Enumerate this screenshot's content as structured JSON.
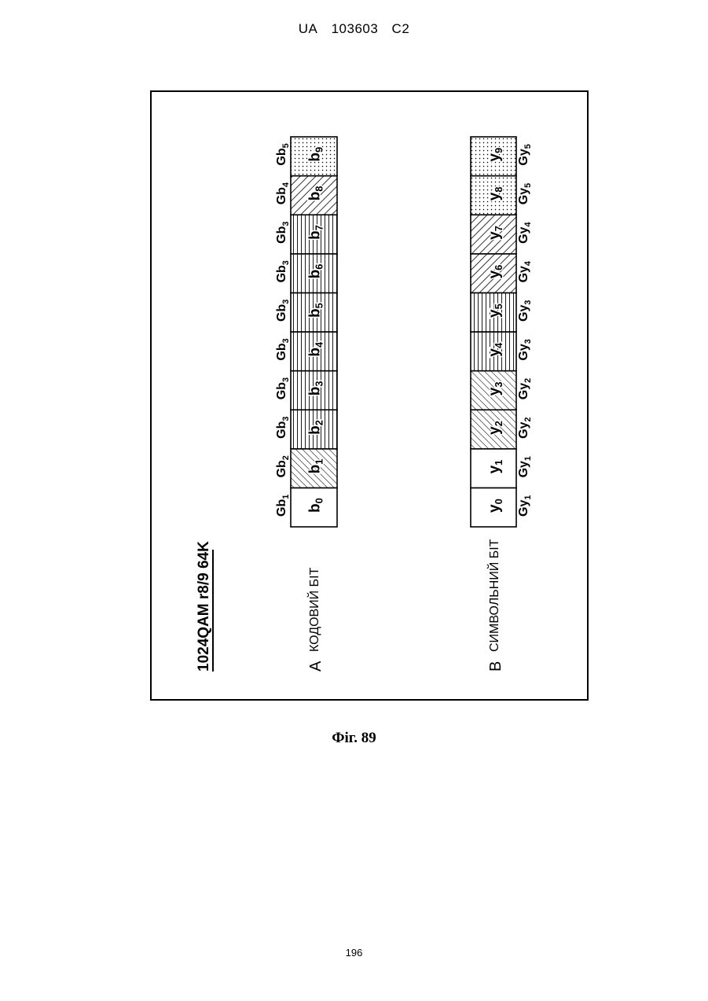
{
  "header": {
    "country": "UA",
    "number": "103603",
    "kind": "C2"
  },
  "figure": {
    "title": "1024QAM r8/9 64K",
    "row_a": {
      "letter": "A",
      "label": "КОДОВИЙ БІТ",
      "bits": [
        {
          "sym": "b",
          "sub": "0",
          "group_sym": "Gb",
          "group_sub": "1",
          "pattern": "none"
        },
        {
          "sym": "b",
          "sub": "1",
          "group_sym": "Gb",
          "group_sub": "2",
          "pattern": "diag-down"
        },
        {
          "sym": "b",
          "sub": "2",
          "group_sym": "Gb",
          "group_sub": "3",
          "pattern": "vertical"
        },
        {
          "sym": "b",
          "sub": "3",
          "group_sym": "Gb",
          "group_sub": "3",
          "pattern": "vertical"
        },
        {
          "sym": "b",
          "sub": "4",
          "group_sym": "Gb",
          "group_sub": "3",
          "pattern": "vertical"
        },
        {
          "sym": "b",
          "sub": "5",
          "group_sym": "Gb",
          "group_sub": "3",
          "pattern": "vertical"
        },
        {
          "sym": "b",
          "sub": "6",
          "group_sym": "Gb",
          "group_sub": "3",
          "pattern": "vertical"
        },
        {
          "sym": "b",
          "sub": "7",
          "group_sym": "Gb",
          "group_sub": "3",
          "pattern": "vertical"
        },
        {
          "sym": "b",
          "sub": "8",
          "group_sym": "Gb",
          "group_sub": "4",
          "pattern": "diag-up"
        },
        {
          "sym": "b",
          "sub": "9",
          "group_sym": "Gb",
          "group_sub": "5",
          "pattern": "dots"
        }
      ]
    },
    "row_b": {
      "letter": "B",
      "label": "СИМВОЛЬНИЙ БІТ",
      "bits": [
        {
          "sym": "y",
          "sub": "0",
          "group_sym": "Gy",
          "group_sub": "1",
          "pattern": "none"
        },
        {
          "sym": "y",
          "sub": "1",
          "group_sym": "Gy",
          "group_sub": "1",
          "pattern": "none"
        },
        {
          "sym": "y",
          "sub": "2",
          "group_sym": "Gy",
          "group_sub": "2",
          "pattern": "diag-down"
        },
        {
          "sym": "y",
          "sub": "3",
          "group_sym": "Gy",
          "group_sub": "2",
          "pattern": "diag-down"
        },
        {
          "sym": "y",
          "sub": "4",
          "group_sym": "Gy",
          "group_sub": "3",
          "pattern": "vertical"
        },
        {
          "sym": "y",
          "sub": "5",
          "group_sym": "Gy",
          "group_sub": "3",
          "pattern": "vertical"
        },
        {
          "sym": "y",
          "sub": "6",
          "group_sym": "Gy",
          "group_sub": "4",
          "pattern": "diag-up"
        },
        {
          "sym": "y",
          "sub": "7",
          "group_sym": "Gy",
          "group_sub": "4",
          "pattern": "diag-up"
        },
        {
          "sym": "y",
          "sub": "8",
          "group_sym": "Gy",
          "group_sub": "5",
          "pattern": "dots"
        },
        {
          "sym": "y",
          "sub": "9",
          "group_sym": "Gy",
          "group_sub": "5",
          "pattern": "dots"
        }
      ]
    }
  },
  "caption": "Фіг. 89",
  "page_number": "196"
}
